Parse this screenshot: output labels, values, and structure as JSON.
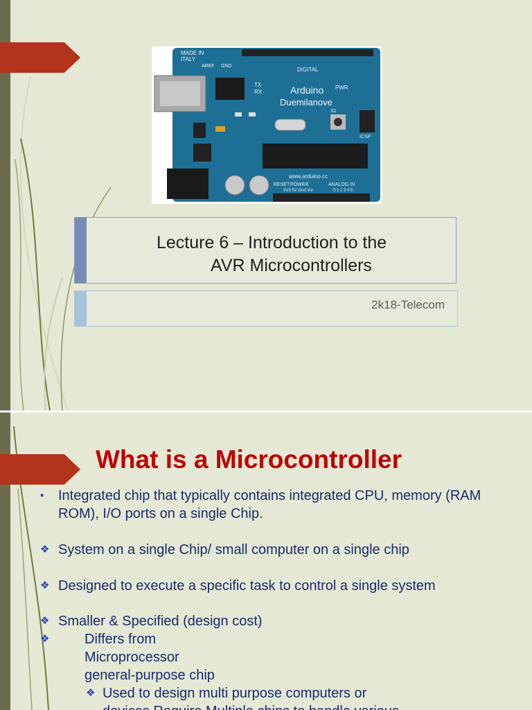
{
  "slide1": {
    "title_line1": "Lecture 6 – Introduction to the",
    "title_line2": "AVR Microcontrollers",
    "subtitle": "2k18-Telecom",
    "board": {
      "made_in": "MADE IN",
      "italy": "ITALY",
      "digital": "DIGITAL",
      "name": "Arduino",
      "model": "Duemilanove",
      "website": "www.arduino.cc",
      "power": "POWER",
      "analog_in": "ANALOG IN",
      "icsp": "ICSP",
      "pwr": "PWR",
      "aref": "AREF",
      "gnd": "GND",
      "tx": "TX",
      "rx": "RX",
      "reset": "RESET",
      "s1": "S1",
      "power_pins": "3V3 5V Gnd Vin",
      "analog_pins": "0 1 2 3 4 5"
    }
  },
  "slide2": {
    "heading": "What is a Microcontroller",
    "bullets": [
      {
        "marker": "▪",
        "line1": "Integrated chip that typically contains integrated CPU, memory (RAM",
        "line2": "ROM), I/O ports on a single Chip."
      },
      {
        "marker": "❖",
        "line1": "System on a single Chip/ small computer on a single chip"
      },
      {
        "marker": "❖",
        "line1": "Designed to execute a specific task to control a single system"
      },
      {
        "marker": "❖",
        "line1": "Smaller & Specified (design cost)"
      },
      {
        "marker": "❖",
        "line1": "Differs from",
        "line2": "Microprocessor",
        "line3": "general-purpose chip"
      },
      {
        "marker": "❖",
        "line1": "Used to design multi purpose computers or",
        "line2": "devices Require Multiple chips to handle various"
      }
    ]
  },
  "colors": {
    "slide_bg": "#e4e8d5",
    "accent_red": "#b3341c",
    "heading_red": "#c00000",
    "body_text": "#1a2a6c",
    "left_bar": "#6e6a4c",
    "board_blue": "#1d6f96"
  }
}
